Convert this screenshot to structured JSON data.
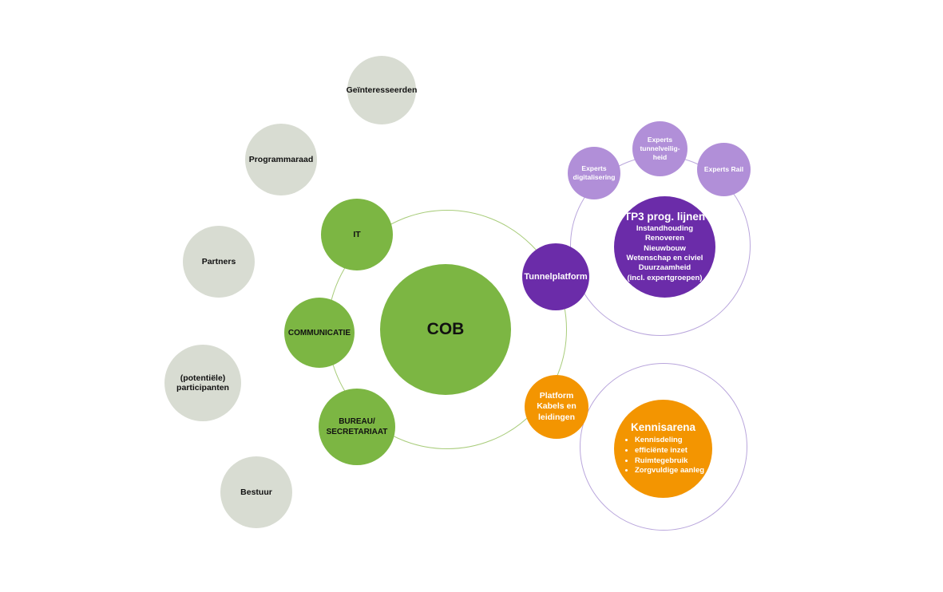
{
  "diagram": {
    "center": {
      "label": "COB"
    },
    "green_nodes": [
      {
        "label": "IT"
      },
      {
        "label": "COMMUNICATIE"
      },
      {
        "label": "BUREAU/\nSECRETARIAAT"
      }
    ],
    "grey_nodes": [
      {
        "label": "Geïnteresseerden"
      },
      {
        "label": "Programmaraad"
      },
      {
        "label": "Partners"
      },
      {
        "label": "(potentiële)\nparticipanten"
      },
      {
        "label": "Bestuur"
      }
    ],
    "tunnelplatform": {
      "label": "Tunnelplatform"
    },
    "tp3": {
      "title": "TP3 prog. lijnen",
      "lines": "Instandhouding\nRenoveren\nNieuwbouw\nWetenschap en civiel\nDuurzaamheid\n(incl. expertgroepen)"
    },
    "experts": [
      {
        "label": "Experts\ndigitalisering"
      },
      {
        "label": "Experts\ntunnelveilig-\nheid"
      },
      {
        "label": "Experts Rail"
      }
    ],
    "platform_kabels": {
      "label": "Platform\nKabels en\nleidingen"
    },
    "kennisarena": {
      "title": "Kennisarena",
      "items": [
        "Kennisdeling",
        "efficiënte inzet",
        "Ruimtegebruik",
        "Zorgvuldige aanleg"
      ]
    },
    "colors": {
      "green": "#7cb643",
      "grey": "#d8dcd2",
      "purple_dark": "#6b2ca9",
      "purple_light": "#b18fd8",
      "orange": "#f39501",
      "ring_green": "#a8cc7a",
      "ring_purple": "#b9a6dc"
    }
  }
}
